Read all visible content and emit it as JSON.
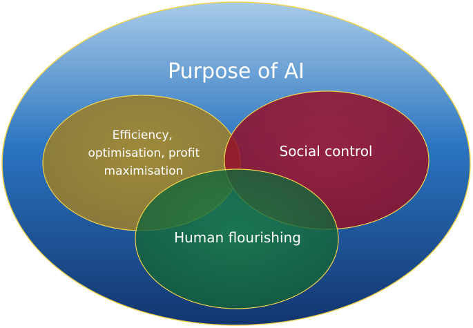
{
  "diagram": {
    "title": "Purpose of AI",
    "circles": [
      {
        "id": "efficiency",
        "lines": [
          "Efficiency,",
          "optimisation, profit",
          "maximisation"
        ],
        "color": "#a4892f"
      },
      {
        "id": "social",
        "lines": [
          "Social control"
        ],
        "color": "#a0132d"
      },
      {
        "id": "human",
        "lines": [
          "Human flourishing"
        ],
        "color": "#18783e"
      }
    ],
    "colors": {
      "outer_top": "#a8cbe8",
      "outer_mid": "#2a74c0",
      "outer_bottom": "#13356f",
      "outline": "#f3d24a"
    }
  }
}
